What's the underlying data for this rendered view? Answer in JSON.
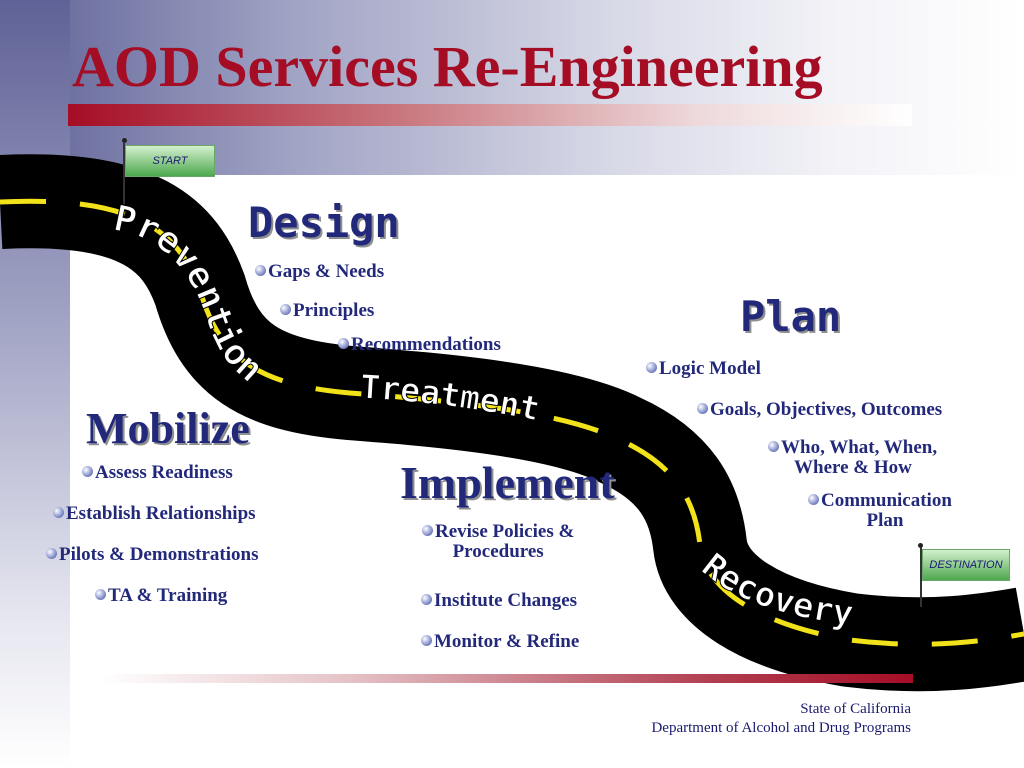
{
  "slide": {
    "title": "AOD Services Re-Engineering",
    "footer": {
      "line1": "State of California",
      "line2": "Department of Alcohol and Drug Programs"
    }
  },
  "flags": {
    "start": "START",
    "destination": "DESTINATION"
  },
  "road": {
    "prevention": "Prevention",
    "treatment": "Treatment",
    "recovery": "Recovery"
  },
  "design": {
    "heading": "Design",
    "items": [
      "Gaps & Needs",
      "Principles",
      "Recommendations"
    ]
  },
  "plan": {
    "heading": "Plan",
    "items": [
      "Logic Model",
      "Goals, Objectives, Outcomes"
    ],
    "who_line1": "Who, What, When,",
    "who_line2": "Where & How",
    "comm_line1": "Communication",
    "comm_line2": "Plan"
  },
  "mobilize": {
    "heading": "Mobilize",
    "items": [
      "Assess Readiness",
      "Establish Relationships",
      "Pilots & Demonstrations",
      "TA & Training"
    ]
  },
  "implement": {
    "heading": "Implement",
    "revise_line1": "Revise Policies &",
    "revise_line2": "Procedures",
    "items": [
      "Institute Changes",
      "Monitor & Refine"
    ]
  },
  "colors": {
    "title": "#a50d25",
    "text": "#23297a",
    "road": "#000000",
    "road_stripe": "#f2e21a",
    "road_label": "#ffffff"
  }
}
